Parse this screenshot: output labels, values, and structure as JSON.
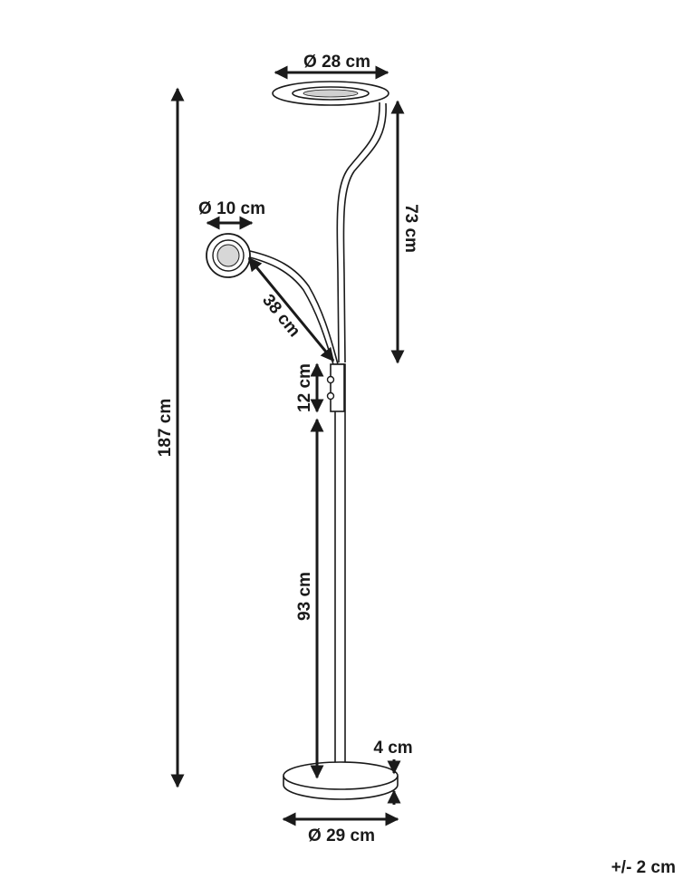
{
  "dimensions": {
    "top_diameter": "Ø 28 cm",
    "top_height": "73 cm",
    "total_height": "187 cm",
    "reading_diameter": "Ø 10 cm",
    "reading_arm": "38 cm",
    "joint_height": "12 cm",
    "pole_height": "93 cm",
    "base_height": "4 cm",
    "base_diameter": "Ø 29 cm"
  },
  "tolerance": "+/- 2 cm"
}
